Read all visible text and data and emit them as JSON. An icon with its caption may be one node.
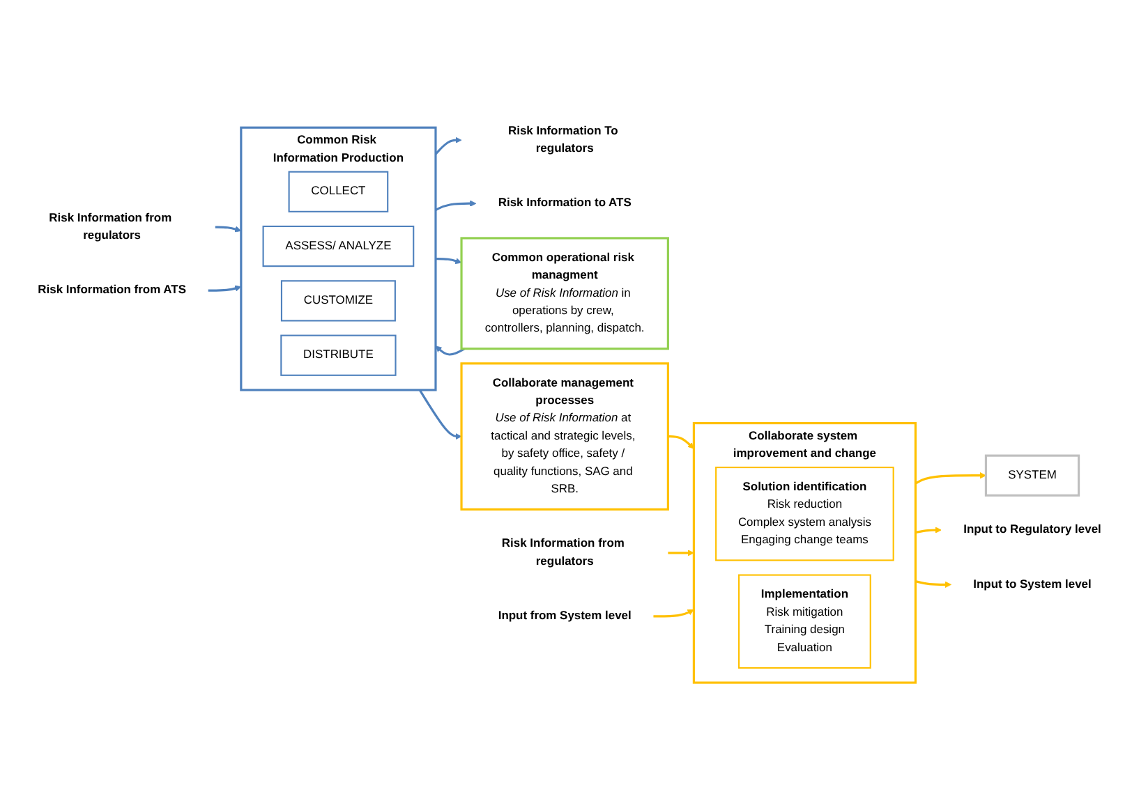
{
  "diagram": {
    "nodes": [
      {
        "text": [
          "Risk Information from regulators"
        ]
      },
      {
        "text": [
          "Risk Information from ATS"
        ]
      },
      {
        "text": [
          "Common Risk Information Production"
        ]
      },
      {
        "text": [
          "COLLECT"
        ],
        "in": 2
      },
      {
        "text": [
          "ASSESS/ ANALYZE"
        ],
        "in": 2
      },
      {
        "text": [
          "CUSTOMIZE"
        ],
        "in": 2
      },
      {
        "text": [
          "DISTRIBUTE"
        ],
        "in": 2
      },
      {
        "text": [
          "Risk Information To regulators"
        ]
      },
      {
        "text": [
          "Risk Information to ATS"
        ]
      },
      {
        "text": [
          "Common operational risk managment",
          "*Use of Risk Information* in operations by crew, controllers, planning, dispatch."
        ]
      },
      {
        "text": [
          "Collaborate management processes",
          "*Use of Risk Information* at tactical and strategic levels, by safety office, safety / quality functions, SAG and SRB."
        ]
      },
      {
        "text": [
          "SYSTEM"
        ]
      },
      {
        "text": [
          "Collaborate system improvement and change"
        ]
      },
      {
        "text": [
          "Solution identification",
          "Risk reduction",
          "Complex system analysis",
          "Engaging change teams"
        ],
        "in": 12
      },
      {
        "text": [
          "Implementation",
          "Risk mitigation",
          "Training design",
          "Evaluation"
        ],
        "in": 12
      },
      {
        "text": [
          "Risk Information from regulators"
        ]
      },
      {
        "text": [
          "Input from System level"
        ]
      },
      {
        "text": [
          "Input to Regulatory level"
        ]
      },
      {
        "text": [
          "Input to System level"
        ]
      }
    ],
    "edges": [
      {
        "from": 0,
        "to": 2,
        "arrow": "to"
      },
      {
        "from": 1,
        "to": 2,
        "arrow": "to"
      },
      {
        "from": 9,
        "to": 2,
        "arrow": "to"
      },
      {
        "from": 2,
        "to": 7,
        "arrow": "to"
      },
      {
        "from": 2,
        "to": 8,
        "arrow": "to"
      },
      {
        "from": 2,
        "to": 9,
        "arrow": "to"
      },
      {
        "from": 2,
        "to": 10,
        "arrow": "to"
      },
      {
        "from": 10,
        "to": 12,
        "arrow": "to",
        "color": "#ffc000"
      },
      {
        "from": 15,
        "to": 12,
        "arrow": "to",
        "color": "#ffc000"
      },
      {
        "from": 16,
        "to": 12,
        "arrow": "to",
        "color": "#ffc000"
      },
      {
        "from": 12,
        "to": 11,
        "arrow": "to",
        "color": "#ffc000"
      },
      {
        "from": 12,
        "to": 17,
        "arrow": "to",
        "color": "#ffc000"
      },
      {
        "from": 12,
        "to": 18,
        "arrow": "to",
        "color": "#ffc000"
      }
    ]
  }
}
